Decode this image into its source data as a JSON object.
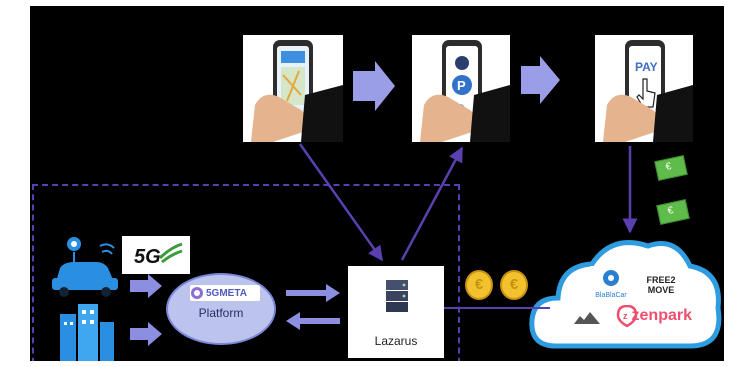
{
  "diagram": {
    "network_label": "5G",
    "platform": {
      "logo_text": "5GMETA",
      "label": "Platform"
    },
    "server": {
      "label": "Lazarus"
    },
    "phones": [
      {
        "screen": "map / apps"
      },
      {
        "screen": "parking"
      },
      {
        "screen": "pay"
      }
    ],
    "pay_text": "PAY",
    "currency_symbol": "€",
    "providers": {
      "bbc": "BlaBlaCar",
      "free": "FREE2\nMOVE",
      "zen": "zenpark"
    },
    "colors": {
      "background": "#000000",
      "arrow": "#9a9ee6",
      "connector": "#5a3fb0",
      "cloud": "#2e9cdf",
      "coin": "#f2c12e",
      "note": "#5fbb4a"
    }
  }
}
